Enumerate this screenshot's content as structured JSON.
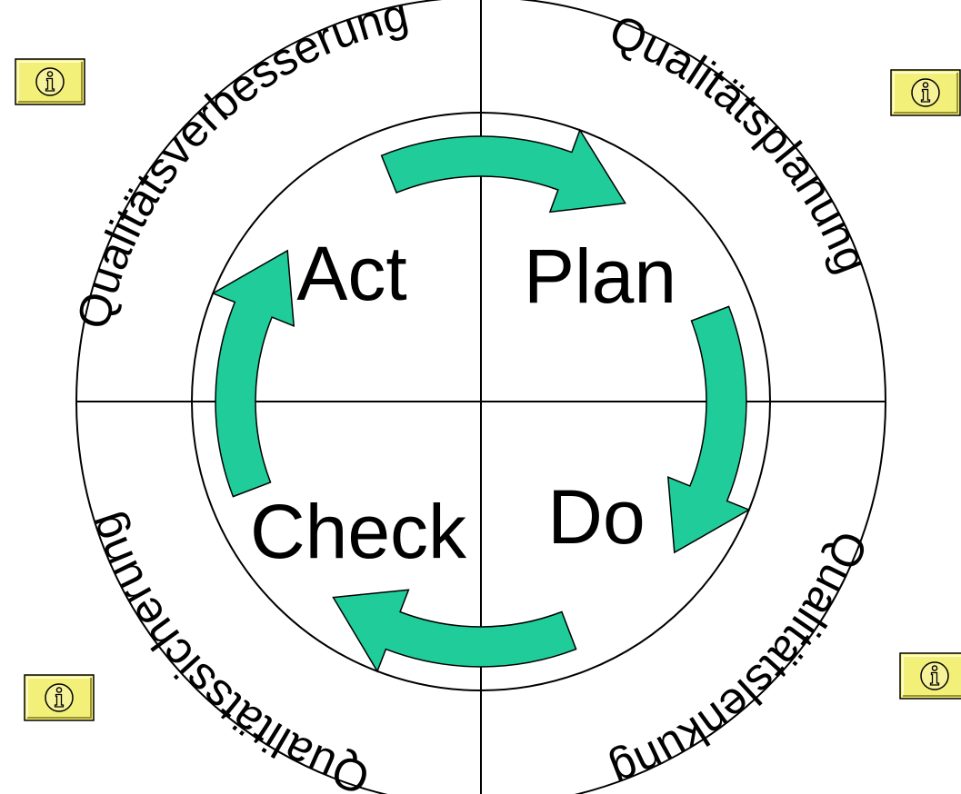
{
  "diagram": {
    "ring_labels": {
      "top_left": "Qualitätsverbesserung",
      "top_right": "Qualitätsplanung",
      "bottom_right": "Qualitätslenkung",
      "bottom_left": "Qualitätssicherung"
    },
    "stages": {
      "act": "Act",
      "plan": "Plan",
      "do": "Do",
      "check": "Check"
    },
    "colors": {
      "arrow_fill": "#1fcc9a",
      "stroke": "#000000",
      "info_fill": "#f3f07a"
    }
  },
  "info_buttons": [
    {
      "icon": "info-icon"
    },
    {
      "icon": "info-icon"
    },
    {
      "icon": "info-icon"
    },
    {
      "icon": "info-icon"
    }
  ]
}
